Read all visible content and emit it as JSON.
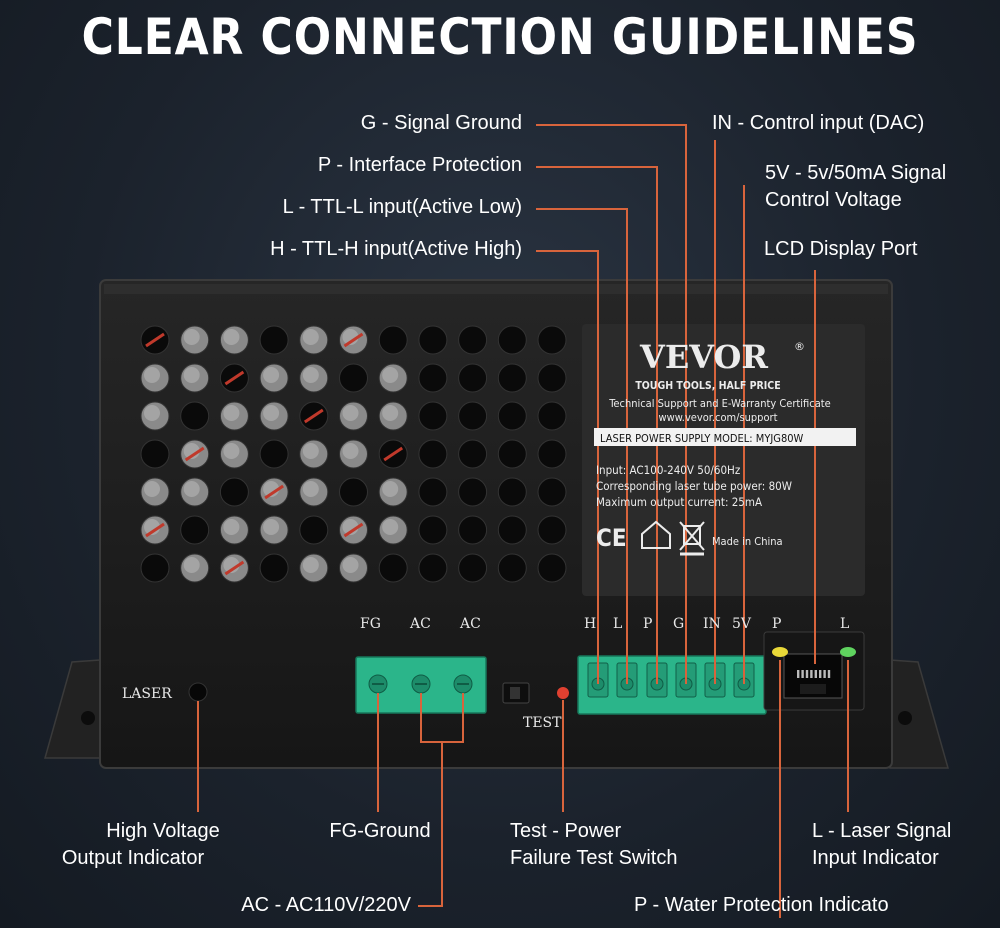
{
  "title": "CLEAR CONNECTION GUIDELINES",
  "colors": {
    "callout_line": "#d8643c",
    "terminal_green": "#2bb58a",
    "device_body": "#1c1c1c",
    "led_yellow": "#e8d838",
    "led_green": "#5fd35f"
  },
  "callouts": {
    "g": "G - Signal Ground",
    "p": "P - Interface Protection",
    "l": "L - TTL-L input(Active Low)",
    "h": "H -  TTL-H input(Active High)",
    "in": "IN - Control input (DAC)",
    "v5_line1": "5V - 5v/50mA Signal",
    "v5_line2": "Control Voltage",
    "lcd": "LCD Display Port",
    "hv_line1": "High Voltage",
    "hv_line2": "Output Indicator",
    "fg": "FG-Ground",
    "ac": "AC - AC110V/220V",
    "test_line1": "Test - Power",
    "test_line2": "Failure Test Switch",
    "p_water": "P - Water Protection Indicato",
    "l_laser_line1": "L - Laser Signal",
    "l_laser_line2": "Input Indicator"
  },
  "device": {
    "panel_labels": {
      "laser": "LASER",
      "fg": "FG",
      "ac1": "AC",
      "ac2": "AC",
      "test": "TEST",
      "h": "H",
      "l": "L",
      "p": "P",
      "g": "G",
      "in": "IN",
      "v5": "5V",
      "port_p": "P",
      "port_l": "L"
    },
    "nameplate": {
      "brand": "VEVOR",
      "tagline": "TOUGH TOOLS, HALF PRICE",
      "support": "Technical Support and E-Warranty Certificate",
      "url": "www.vevor.com/support",
      "model_bar": "LASER POWER SUPPLY   MODEL: MYJG80W",
      "input": "Input: AC100-240V  50/60Hz",
      "tube_power": "Corresponding laser tube power: 80W",
      "current": "Maximum output current: 25mA",
      "ce": "CE",
      "origin": "Made in China"
    }
  }
}
